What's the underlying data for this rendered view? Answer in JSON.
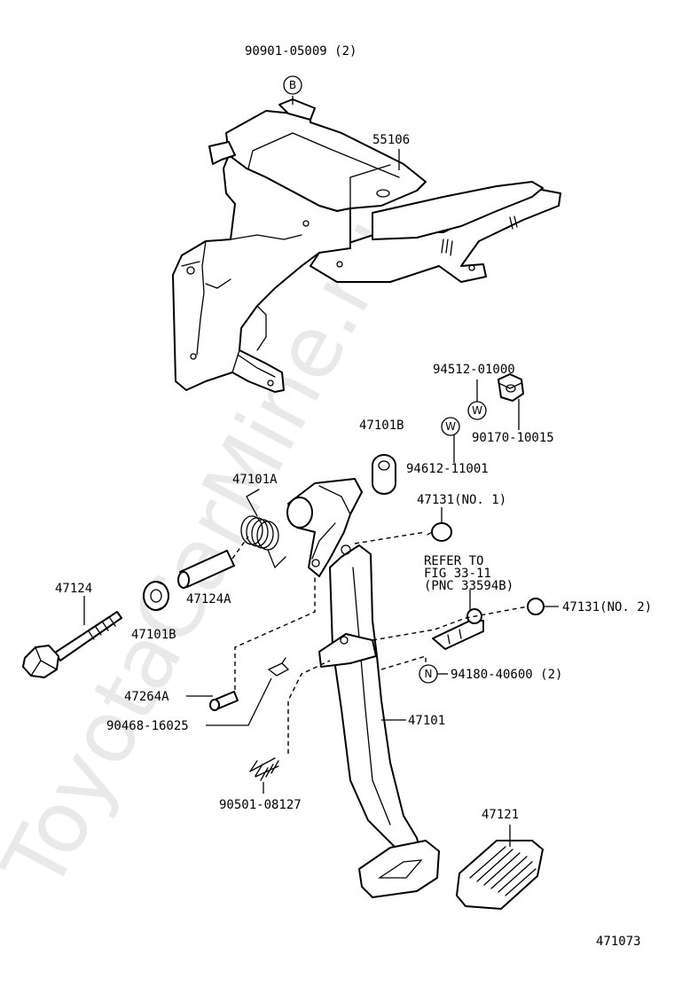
{
  "watermark": "ToyotaCarMine.ru",
  "diagram_number": "471073",
  "note": [
    "REFER TO",
    "FIG 33-11",
    "(PNC 33594B)"
  ],
  "symbols": {
    "b": "B",
    "w": "W",
    "n": "N"
  },
  "parts": {
    "bolt_b": "90901-05009 (2)",
    "bracket": "55106",
    "washer_a": "94512-01000",
    "nut": "90170-10015",
    "bushing_upper": "47101B",
    "washer_b": "94612-11001",
    "spring": "47101A",
    "cushion_1": "47131(NO. 1)",
    "bolt": "47124",
    "collar": "47124A",
    "bushing_lower": "47101B",
    "cushion_2": "47131(NO. 2)",
    "pin": "47264A",
    "nut_n": "94180-40600 (2)",
    "clip": "90468-16025",
    "pedal": "47101",
    "return_spring": "90501-08127",
    "pedal_pad": "47121"
  }
}
